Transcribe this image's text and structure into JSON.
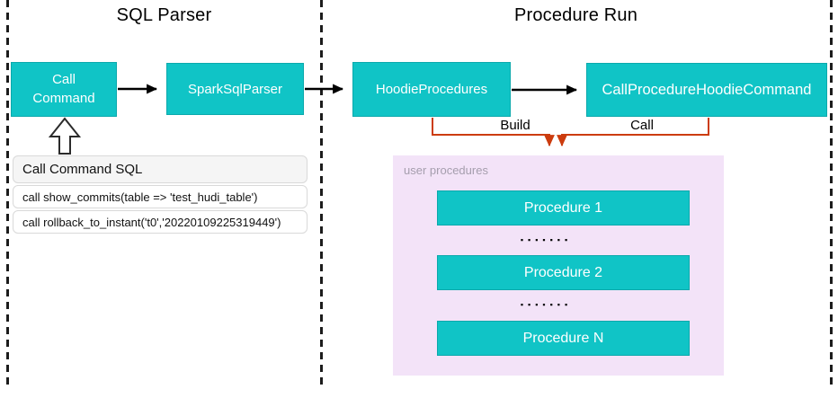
{
  "regions": {
    "sql_parser": {
      "title": "SQL Parser"
    },
    "procedure_run": {
      "title": "Procedure Run"
    }
  },
  "nodes": {
    "call_command": "Call Command",
    "spark_sql_parser": "SparkSqlParser",
    "hoodie_procedures": "HoodieProcedures",
    "call_procedure_hoodie_command": "CallProcedureHoodieCommand"
  },
  "edges": {
    "build_label": "Build",
    "call_label": "Call"
  },
  "sql_box": {
    "header": "Call Command SQL",
    "rows": [
      "call show_commits(table => 'test_hudi_table')",
      "call rollback_to_instant('t0','20220109225319449')"
    ]
  },
  "user_procedures": {
    "label": "user procedures",
    "items": [
      "Procedure 1",
      "Procedure 2",
      "Procedure N"
    ],
    "ellipsis": "▪▪▪▪▪▪▪"
  },
  "colors": {
    "node_teal": "#10c4c6",
    "node_border": "#0ba9ac",
    "panel_lavender": "#f3e3f8",
    "connector_orange": "#cc3c0e",
    "arrow_black": "#000000",
    "muted_label_gray": "#a59ead",
    "sql_header_bg": "#f5f5f5"
  },
  "icons": {
    "hollow_up_arrow": "block-arrow-up-outline",
    "down_arrowheads": "double-down-arrow"
  }
}
